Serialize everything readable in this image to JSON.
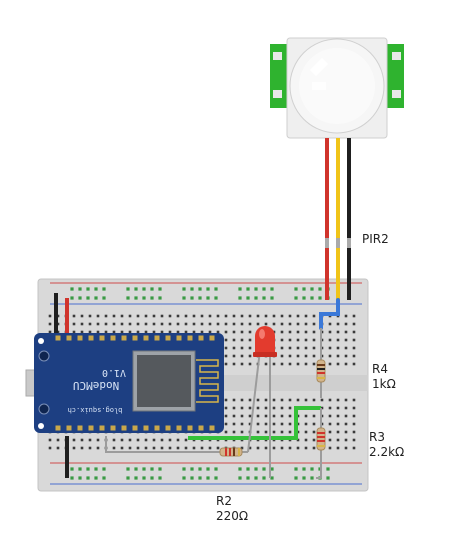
{
  "components": {
    "pir": {
      "label": "PIR2"
    },
    "r4": {
      "label": "R4",
      "value": "1kΩ"
    },
    "r3": {
      "label": "R3",
      "value": "2.2kΩ"
    },
    "r2": {
      "label": "R2",
      "value": "220Ω"
    },
    "mcu": {
      "title": "NodeMCU",
      "version": "V1.0",
      "site": "blog.squix.ch"
    }
  },
  "colors": {
    "pir_board": "#2fb32f",
    "wire_red": "#d0342c",
    "wire_yellow": "#f0c419",
    "wire_black": "#1f1f1f",
    "wire_blue": "#3a78d8",
    "wire_green": "#36c23a",
    "wire_gray": "#9c9c9c",
    "led": "#e33b2e",
    "mcu_board": "#1d3f82"
  }
}
